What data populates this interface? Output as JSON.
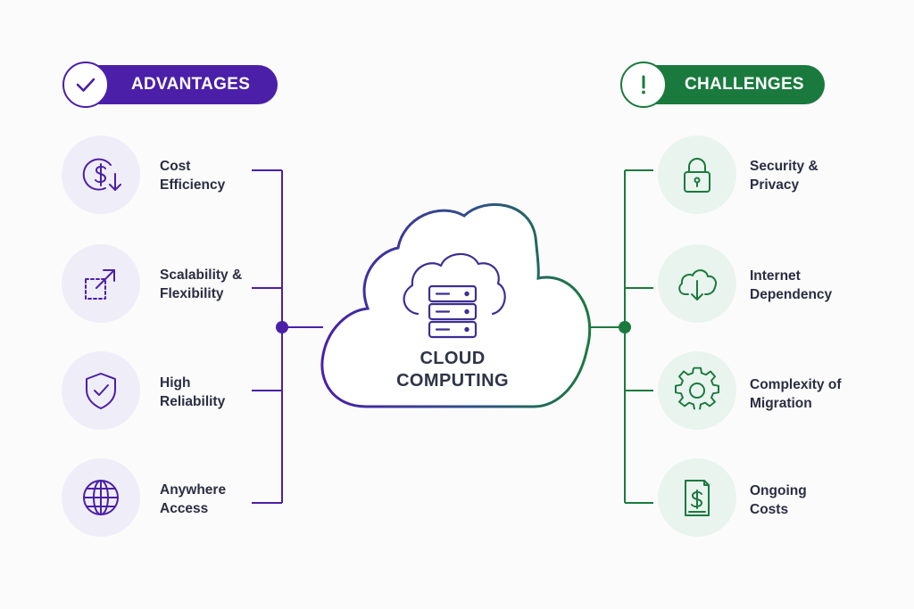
{
  "center": {
    "line1": "CLOUD",
    "line2": "COMPUTING"
  },
  "advantages": {
    "title": "ADVANTAGES",
    "color": "#4b1fa8",
    "items": [
      {
        "line1": "Cost",
        "line2": "Efficiency",
        "icon": "dollar-down-icon"
      },
      {
        "line1": "Scalability &",
        "line2": "Flexibility",
        "icon": "scale-arrow-icon"
      },
      {
        "line1": "High",
        "line2": "Reliability",
        "icon": "shield-check-icon"
      },
      {
        "line1": "Anywhere",
        "line2": "Access",
        "icon": "globe-icon"
      }
    ]
  },
  "challenges": {
    "title": "CHALLENGES",
    "color": "#1a7a3e",
    "items": [
      {
        "line1": "Security &",
        "line2": "Privacy",
        "icon": "lock-icon"
      },
      {
        "line1": "Internet",
        "line2": "Dependency",
        "icon": "cloud-download-icon"
      },
      {
        "line1": "Complexity of",
        "line2": "Migration",
        "icon": "gear-icon"
      },
      {
        "line1": "Ongoing",
        "line2": "Costs",
        "icon": "dollar-document-icon"
      }
    ]
  }
}
